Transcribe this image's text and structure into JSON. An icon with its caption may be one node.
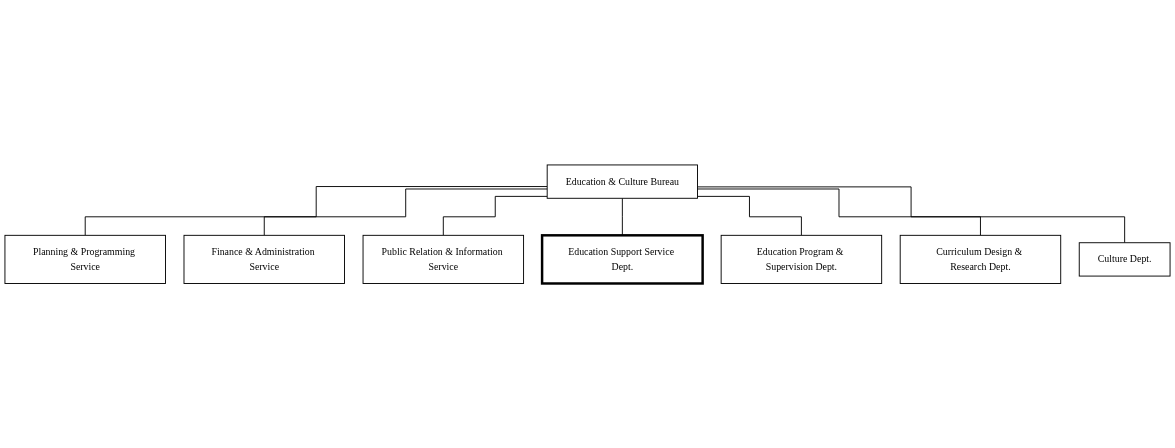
{
  "diagram": {
    "nodes": [
      {
        "text": [
          "Education & Culture Bureau"
        ]
      },
      {
        "text": [
          "Planning & Programming Service"
        ]
      },
      {
        "text": [
          "Finance & Administration Service"
        ]
      },
      {
        "text": [
          "Public Relation & Information Service"
        ]
      },
      {
        "text": [
          "Education Support Service Dept."
        ]
      },
      {
        "text": [
          "Education Program & Supervision Dept."
        ]
      },
      {
        "text": [
          "Curriculum Design & Research Dept."
        ]
      },
      {
        "text": [
          "Culture Dept."
        ]
      }
    ],
    "edges": [
      {
        "from": 0,
        "to": 1,
        "arrow": "none"
      },
      {
        "from": 0,
        "to": 2,
        "arrow": "none"
      },
      {
        "from": 0,
        "to": 3,
        "arrow": "none"
      },
      {
        "from": 0,
        "to": 4,
        "arrow": "none"
      },
      {
        "from": 0,
        "to": 5,
        "arrow": "none"
      },
      {
        "from": 0,
        "to": 6,
        "arrow": "none"
      },
      {
        "from": 0,
        "to": 7,
        "arrow": "none"
      }
    ]
  }
}
